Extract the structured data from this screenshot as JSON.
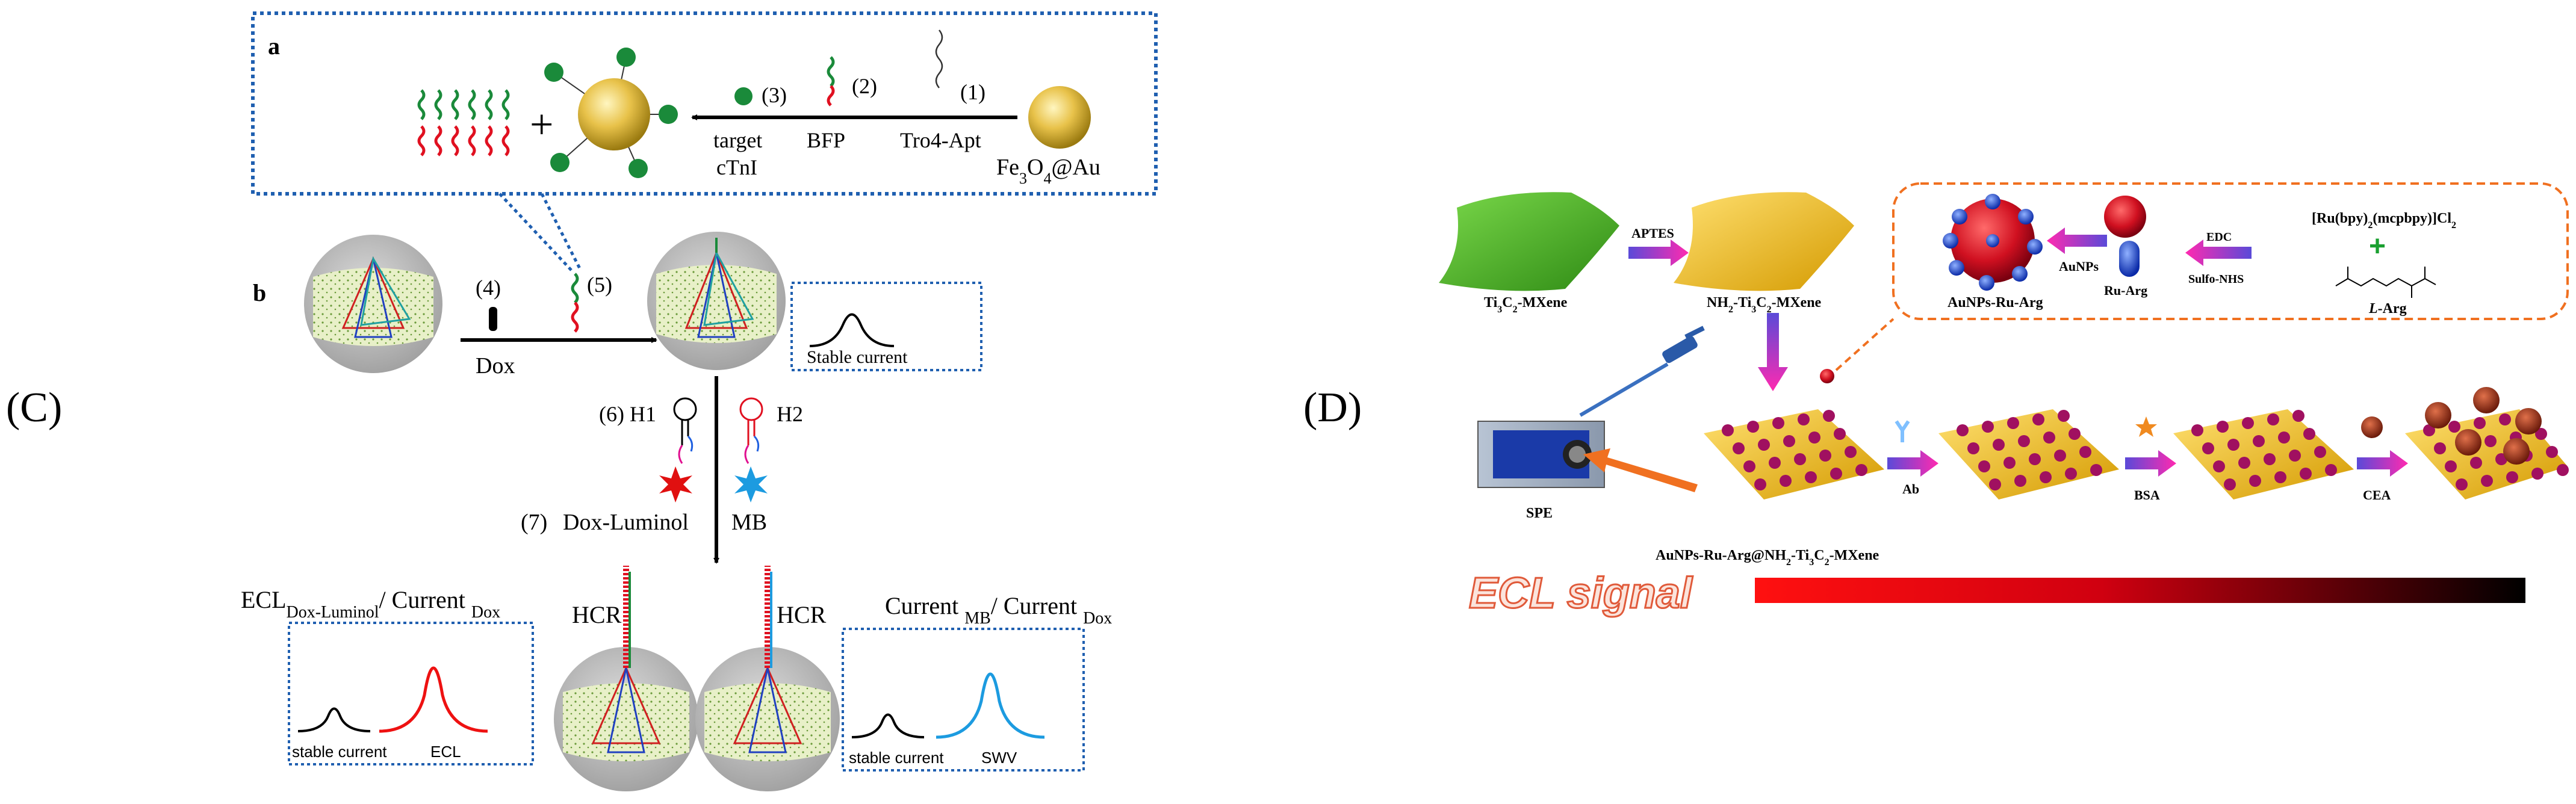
{
  "panel_c": {
    "label": "(C)",
    "sub_a": {
      "label": "a",
      "step1": "(1)",
      "step1_label": "Tro4-Apt",
      "step2": "(2)",
      "step2_label": "BFP",
      "step3": "(3)",
      "step3_label_1": "target",
      "step3_label_2": "cTnI",
      "nanoparticle": "Fe3O4@Au",
      "plus": "+"
    },
    "sub_b": {
      "label": "b",
      "step4": "(4)",
      "step4_label": "Dox",
      "step5": "(5)",
      "stable_box": "Stable current",
      "step6": "(6) H1",
      "h2": "H2",
      "step7": "(7)",
      "dox_luminol": "Dox-Luminol",
      "mb": "MB",
      "hcr_left": "HCR",
      "hcr_right": "HCR",
      "left_title_main": "ECL",
      "left_title_sub": "Dox-Luminol",
      "left_title_rest": "/ Current ",
      "left_title_sub2": "Dox",
      "right_title_main": "Current ",
      "right_title_sub": "MB",
      "right_title_rest": "/ Current ",
      "right_title_sub2": "Dox",
      "left_box_stable": "stable current",
      "left_box_ecl": "ECL",
      "right_box_stable": "stable current",
      "right_box_swv": "SWV"
    }
  },
  "panel_d": {
    "label": "(D)",
    "mxene": "Ti3C2-MXene",
    "aptes": "APTES",
    "nh2_mxene": "NH2-Ti3C2-MXene",
    "aunps_ru_arg": "AuNPs-Ru-Arg",
    "aunps": "AuNPs",
    "ru_arg": "Ru-Arg",
    "edc": "EDC",
    "sulfo_nhs": "Sulfo-NHS",
    "ru_complex": "[Ru(bpy)2(mcpbpy)]Cl2",
    "l_arg": "L-Arg",
    "spe": "SPE",
    "composite": "AuNPs-Ru-Arg@NH2-Ti3C2-MXene",
    "ab": "Ab",
    "bsa": "BSA",
    "cea": "CEA",
    "ecl_signal": "ECL signal"
  },
  "colors": {
    "dotted_blue": "#1f5fb0",
    "mxene_green": "#4caf2a",
    "mxene_gold": "#e8b900",
    "au_red": "#c0102a",
    "ru_blue": "#1a3fd0",
    "ecl_red": "#ee1111",
    "swv_blue": "#1c9be0",
    "orange_dash": "#f07020"
  }
}
